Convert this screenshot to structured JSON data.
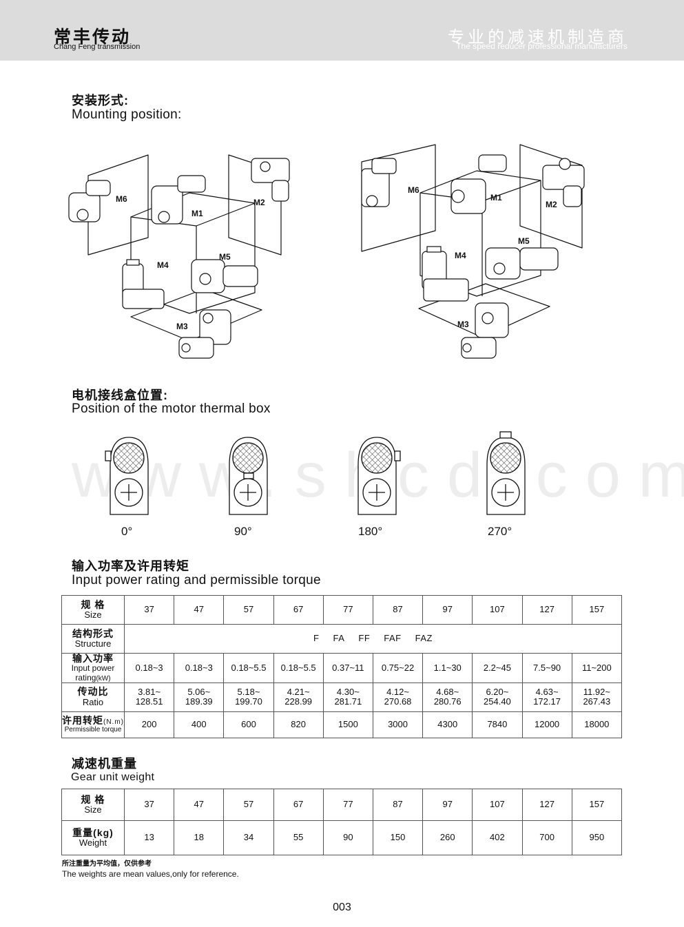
{
  "header": {
    "brand_cn": "常丰传动",
    "brand_en": "Chang Feng transmission",
    "slogan_cn": "专业的减速机制造商",
    "slogan_en": "The speed reducer professional manufacturers"
  },
  "mounting": {
    "title_cn": "安装形式:",
    "title_en": "Mounting position:",
    "labels": [
      "M1",
      "M2",
      "M3",
      "M4",
      "M5",
      "M6"
    ]
  },
  "thermal": {
    "title_cn": "电机接线盒位置:",
    "title_en": "Position of the motor thermal box",
    "angles": [
      "0°",
      "90°",
      "180°",
      "270°"
    ]
  },
  "watermark": "www.shcd.com",
  "power": {
    "title_cn": "输入功率及许用转矩",
    "title_en": "Input power rating and permissible torque",
    "size_cn": "规 格",
    "size_en": "Size",
    "sizes": [
      "37",
      "47",
      "57",
      "67",
      "77",
      "87",
      "97",
      "107",
      "127",
      "157"
    ],
    "structure_cn": "结构形式",
    "structure_en": "Structure",
    "structures": [
      "F",
      "FA",
      "FF",
      "FAF",
      "FAZ"
    ],
    "input_cn": "输入功率",
    "input_en1": "Input power",
    "input_en2": "rating",
    "input_unit": "(kW)",
    "inputs": [
      "0.18~3",
      "0.18~3",
      "0.18~5.5",
      "0.18~5.5",
      "0.37~11",
      "0.75~22",
      "1.1~30",
      "2.2~45",
      "7.5~90",
      "11~200"
    ],
    "ratio_cn": "传动比",
    "ratio_en": "Ratio",
    "ratio_min": [
      "3.81~",
      "5.06~",
      "5.18~",
      "4.21~",
      "4.30~",
      "4.12~",
      "4.68~",
      "6.20~",
      "4.63~",
      "11.92~"
    ],
    "ratio_max": [
      "128.51",
      "189.39",
      "199.70",
      "228.99",
      "281.71",
      "270.68",
      "280.76",
      "254.40",
      "172.17",
      "267.43"
    ],
    "torque_cn": "许用转矩",
    "torque_unit": "(N.m)",
    "torque_en": "Permissible torque",
    "torques": [
      "200",
      "400",
      "600",
      "820",
      "1500",
      "3000",
      "4300",
      "7840",
      "12000",
      "18000"
    ]
  },
  "weight": {
    "title_cn": "减速机重量",
    "title_en": "Gear unit weight",
    "size_cn": "规 格",
    "size_en": "Size",
    "sizes": [
      "37",
      "47",
      "57",
      "67",
      "77",
      "87",
      "97",
      "107",
      "127",
      "157"
    ],
    "weight_cn": "重量(kg)",
    "weight_en": "Weight",
    "weights": [
      "13",
      "18",
      "34",
      "55",
      "90",
      "150",
      "260",
      "402",
      "700",
      "950"
    ],
    "note_cn": "所注重量为平均值，仅供参考",
    "note_en": "The weights are mean values,only for reference."
  },
  "page_number": "003",
  "colors": {
    "header_bg": "#dcdcdc",
    "slogan": "#ffffff",
    "border": "#555555"
  }
}
